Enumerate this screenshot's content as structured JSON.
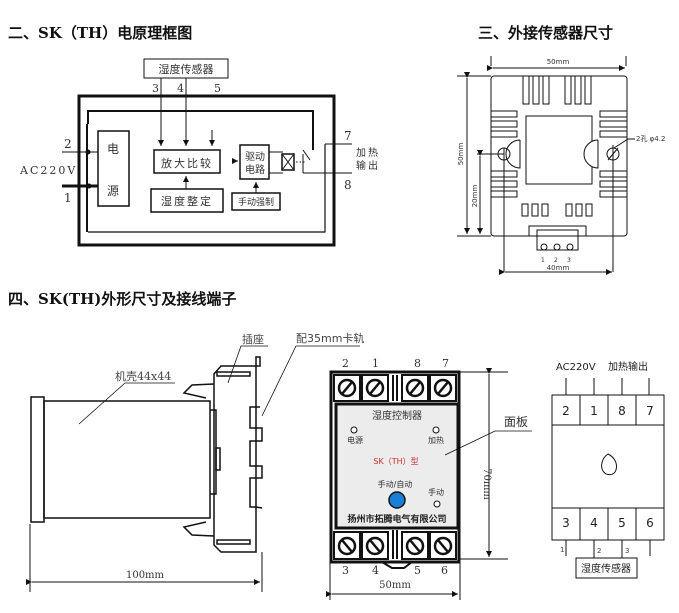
{
  "sections": {
    "block_diagram_title": "二、SK（TH）电原理框图",
    "sensor_size_title": "三、外接传感器尺寸",
    "outline_title": "四、SK(TH)外形尺寸及接线端子"
  },
  "block_diagram": {
    "sensor_box": "湿度传感器",
    "sensor_pins": [
      "3",
      "4",
      "5"
    ],
    "power_label": "AC220V",
    "power_pins": [
      "2",
      "1"
    ],
    "power_supply": [
      "电",
      "源"
    ],
    "amplifier": "放大比较",
    "setpoint": "湿度整定",
    "driver_line1": "驱动",
    "driver_line2": "电路",
    "manual_force": "手动强制",
    "output_pins": [
      "7",
      "8"
    ],
    "output_line1": "加热",
    "output_line2": "输出"
  },
  "sensor_dims": {
    "width": "50mm",
    "height": "50mm",
    "hole_height": "20mm",
    "hole_spacing": "40mm",
    "hole_note": "2孔 φ4.2",
    "terminal_pins": [
      "1",
      "2",
      "3"
    ]
  },
  "outline": {
    "shell_label": "机壳44x44",
    "socket_label": "插座",
    "rail_label": "配35mm卡轨",
    "depth_dim": "100mm",
    "top_pins": [
      "2",
      "1",
      "8",
      "7"
    ],
    "bottom_pins": [
      "3",
      "4",
      "5",
      "6"
    ],
    "panel_title": "湿度控制器",
    "led_power": "电源",
    "led_heat": "加热",
    "model": "SK（TH）型",
    "button_label": "手动/自动",
    "led_manual": "手动",
    "company": "扬州市拓腾电气有限公司",
    "panel_label": "面板",
    "height_dim": "70mm",
    "width_dim": "50mm"
  },
  "wiring": {
    "top_label_left": "AC220V",
    "top_label_right": "加热输出",
    "top_pins": [
      "2",
      "1",
      "8",
      "7"
    ],
    "bottom_pins": [
      "3",
      "4",
      "5",
      "6"
    ],
    "sensor_wire_pins": [
      "1",
      "2",
      "3"
    ],
    "sensor_box": "湿度传感器"
  },
  "colors": {
    "line": "#111111",
    "panel_bg": "#ececec",
    "button": "#1a7fd6",
    "model_text": "#d03030",
    "label_text": "#333333"
  }
}
